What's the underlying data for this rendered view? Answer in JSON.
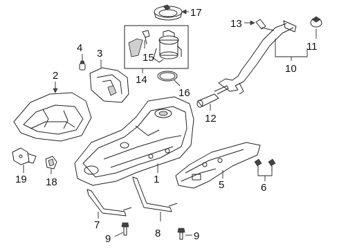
{
  "callouts": {
    "c1": "1",
    "c2": "2",
    "c3": "3",
    "c4": "4",
    "c5": "5",
    "c6": "6",
    "c7": "7",
    "c8": "8",
    "c9a": "9",
    "c9b": "9",
    "c10": "10",
    "c11": "11",
    "c12": "12",
    "c13": "13",
    "c14": "14",
    "c15": "15",
    "c16": "16",
    "c17": "17",
    "c18": "18",
    "c19": "19"
  }
}
